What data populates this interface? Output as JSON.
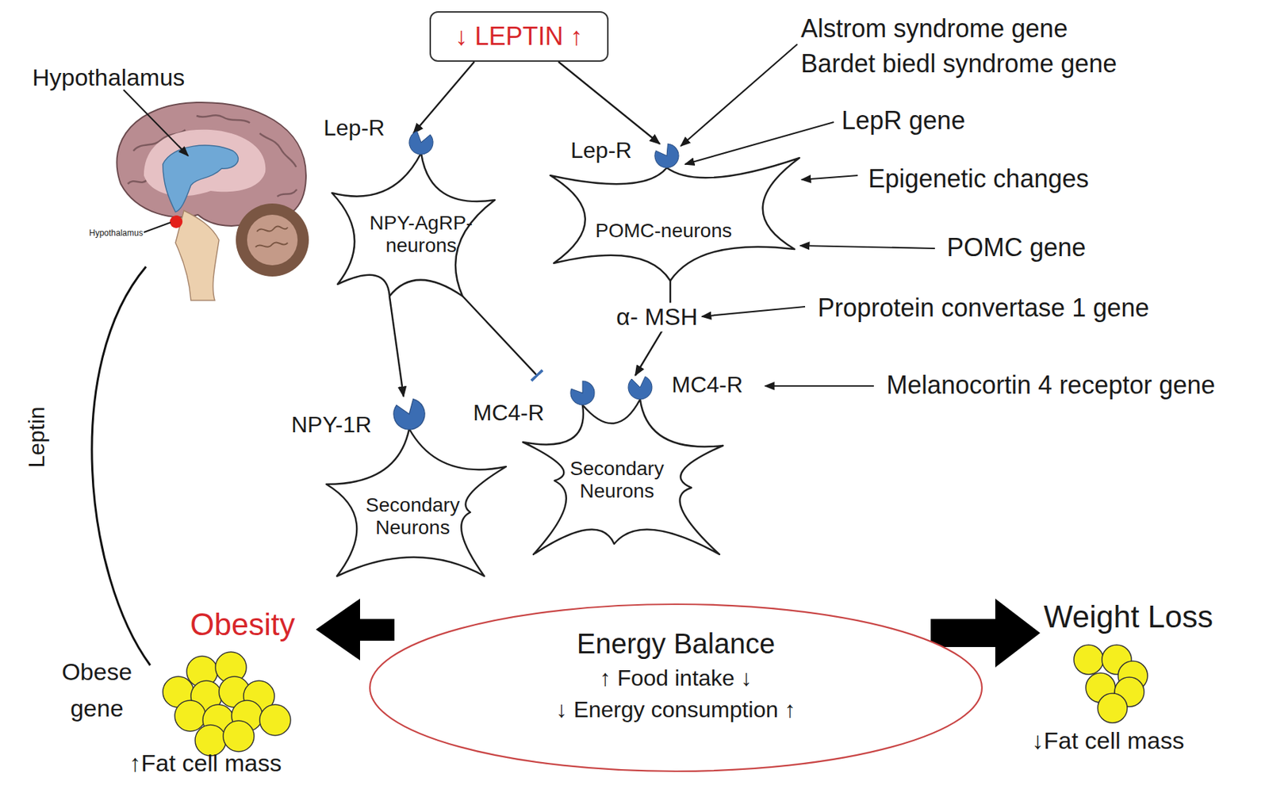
{
  "diagram": {
    "nodes": [
      {
        "text": [
          "↓ LEPTIN ↑"
        ]
      },
      {
        "text": [
          "NPY-AgRP- neurons"
        ]
      },
      {
        "text": [
          "POMC-neurons"
        ]
      },
      {
        "text": [
          "Secondary Neurons"
        ]
      },
      {
        "text": [
          "Secondary Neurons"
        ]
      },
      {
        "text": [
          "Energy Balance",
          "↑ Food intake ↓",
          "↓ Energy consumption ↑"
        ]
      }
    ],
    "edges": [
      {
        "from": 0,
        "to": 1,
        "arrow": "to"
      },
      {
        "from": 0,
        "to": 2,
        "arrow": "to"
      },
      {
        "from": 1,
        "to": 3,
        "arrow": "to"
      },
      {
        "from": 1,
        "to": 4,
        "arrow": "to"
      },
      {
        "from": 2,
        "to": 4,
        "label": "α- MSH",
        "arrow": "to"
      }
    ],
    "labels": [
      "Hypothalamus",
      "Hypothalamus",
      "Alstrom syndrome gene",
      "Bardet biedl syndrome gene",
      "Lep-R",
      "Lep-R",
      "LepR gene",
      "Epigenetic changes",
      "POMC gene",
      "Proprotein convertase 1 gene",
      "NPY-1R",
      "MC4-R",
      "MC4-R",
      "Melanocortin 4 receptor gene",
      "Leptin",
      "Obesity",
      "Weight Loss",
      "Obese gene",
      "↑Fat cell mass",
      "↓Fat cell mass"
    ]
  }
}
